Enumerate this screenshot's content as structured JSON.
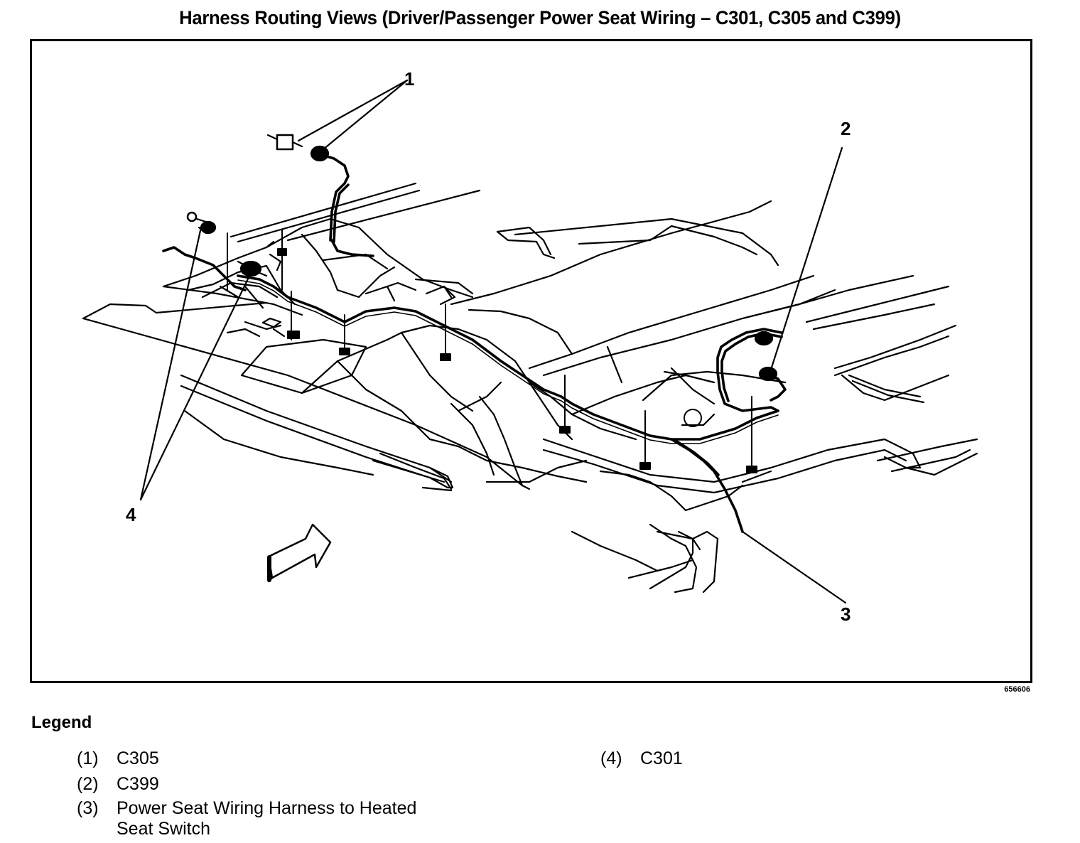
{
  "title": "Harness Routing Views (Driver/Passenger Power Seat Wiring – C301, C305 and C399)",
  "figure_id": "656606",
  "callouts": {
    "c1": "1",
    "c2": "2",
    "c3": "3",
    "c4": "4"
  },
  "legend": {
    "title": "Legend",
    "items": [
      {
        "num": "(1)",
        "label": "C305"
      },
      {
        "num": "(2)",
        "label": "C399"
      },
      {
        "num": "(3)",
        "label_line1": "Power Seat Wiring Harness to Heated",
        "label_line2": "Seat Switch"
      },
      {
        "num": "(4)",
        "label": "C301"
      }
    ]
  },
  "colors": {
    "ink": "#000000",
    "paper": "#ffffff"
  }
}
